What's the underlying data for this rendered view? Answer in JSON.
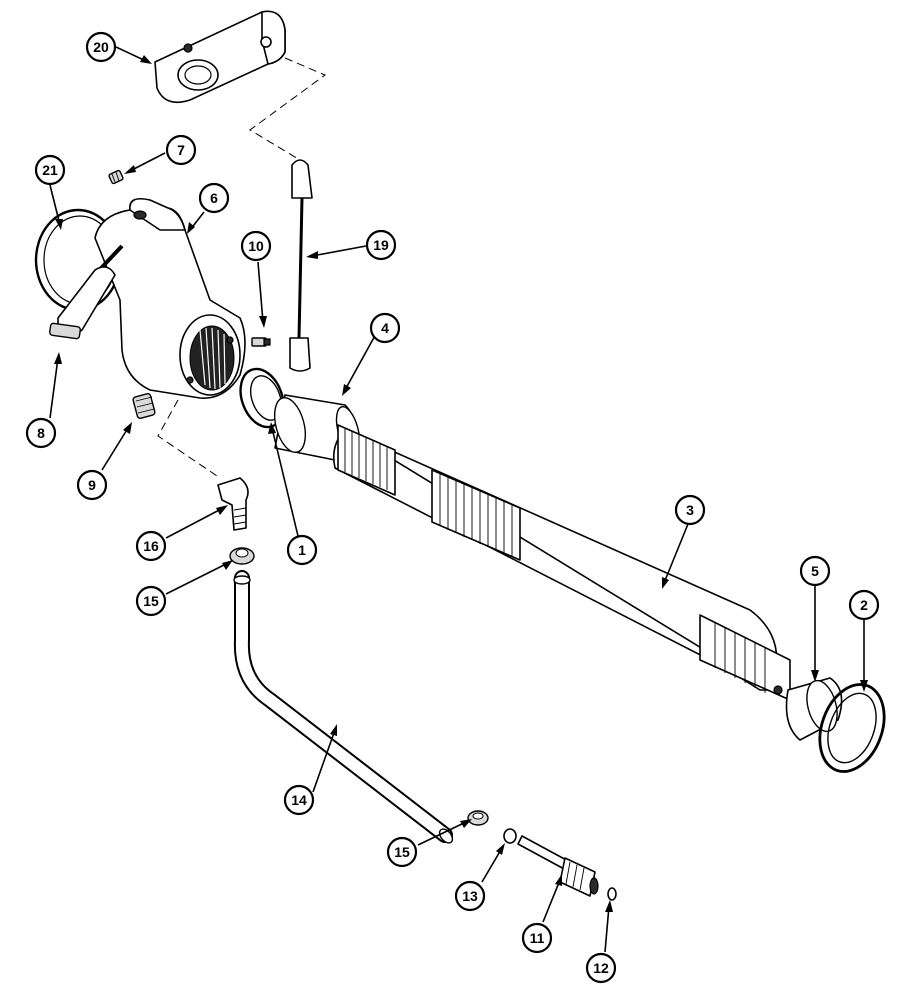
{
  "diagram": {
    "callouts": [
      {
        "id": "20",
        "label": "20"
      },
      {
        "id": "7",
        "label": "7"
      },
      {
        "id": "21",
        "label": "21"
      },
      {
        "id": "6",
        "label": "6"
      },
      {
        "id": "10",
        "label": "10"
      },
      {
        "id": "19",
        "label": "19"
      },
      {
        "id": "4",
        "label": "4"
      },
      {
        "id": "8",
        "label": "8"
      },
      {
        "id": "9",
        "label": "9"
      },
      {
        "id": "1",
        "label": "1"
      },
      {
        "id": "16",
        "label": "16"
      },
      {
        "id": "15a",
        "label": "15"
      },
      {
        "id": "3",
        "label": "3"
      },
      {
        "id": "5",
        "label": "5"
      },
      {
        "id": "2",
        "label": "2"
      },
      {
        "id": "14",
        "label": "14"
      },
      {
        "id": "15b",
        "label": "15"
      },
      {
        "id": "13",
        "label": "13"
      },
      {
        "id": "11",
        "label": "11"
      },
      {
        "id": "12",
        "label": "12"
      }
    ]
  }
}
